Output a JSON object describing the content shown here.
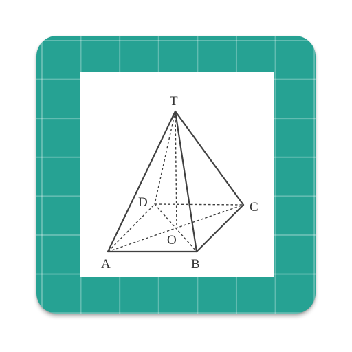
{
  "icon": {
    "colors": {
      "frame": "#26a293",
      "grid_lines": "#7fcbc1",
      "paper": "#ffffff",
      "ink": "#404040"
    },
    "figure": {
      "vertices": {
        "T": "T",
        "A": "A",
        "B": "B",
        "C": "C",
        "D": "D",
        "O": "O"
      }
    }
  }
}
